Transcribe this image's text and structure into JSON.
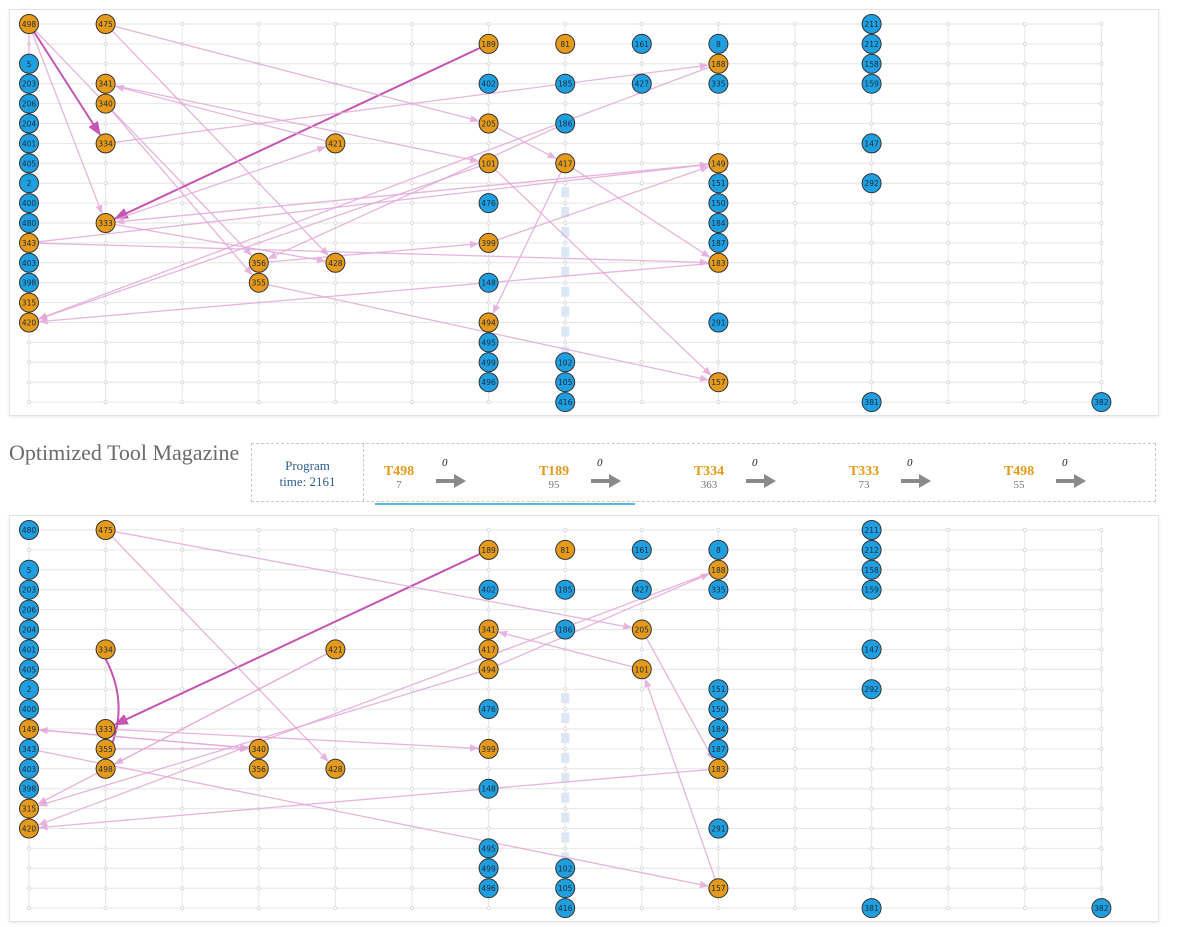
{
  "header": {
    "title": "Optimized Tool Magazine"
  },
  "program": {
    "label": "Program",
    "time_label": "time: 2161"
  },
  "sequence": [
    {
      "tool": "T498",
      "value": "7",
      "cost": "0"
    },
    {
      "tool": "T189",
      "value": "95",
      "cost": "0"
    },
    {
      "tool": "T334",
      "value": "363",
      "cost": "0"
    },
    {
      "tool": "T333",
      "value": "73",
      "cost": "0"
    },
    {
      "tool": "T498",
      "value": "55",
      "cost": "0"
    }
  ],
  "colors": {
    "active": "#e69a1a",
    "idle": "#1f9fe0",
    "edge": "#e3a8da",
    "edge_strong": "#c44db0",
    "grid": "#e6e6e6"
  },
  "magazines": {
    "top": {
      "nodes": [
        {
          "c": 0,
          "r": 0,
          "id": "498",
          "t": "o"
        },
        {
          "c": 0,
          "r": 2,
          "id": "5",
          "t": "b"
        },
        {
          "c": 0,
          "r": 3,
          "id": "203",
          "t": "b"
        },
        {
          "c": 0,
          "r": 4,
          "id": "206",
          "t": "b"
        },
        {
          "c": 0,
          "r": 5,
          "id": "204",
          "t": "b"
        },
        {
          "c": 0,
          "r": 6,
          "id": "401",
          "t": "b"
        },
        {
          "c": 0,
          "r": 7,
          "id": "405",
          "t": "b"
        },
        {
          "c": 0,
          "r": 8,
          "id": "2",
          "t": "b"
        },
        {
          "c": 0,
          "r": 9,
          "id": "400",
          "t": "b"
        },
        {
          "c": 0,
          "r": 10,
          "id": "480",
          "t": "b"
        },
        {
          "c": 0,
          "r": 11,
          "id": "343",
          "t": "o"
        },
        {
          "c": 0,
          "r": 12,
          "id": "403",
          "t": "b"
        },
        {
          "c": 0,
          "r": 13,
          "id": "398",
          "t": "b"
        },
        {
          "c": 0,
          "r": 14,
          "id": "315",
          "t": "o"
        },
        {
          "c": 0,
          "r": 15,
          "id": "420",
          "t": "o"
        },
        {
          "c": 1,
          "r": 0,
          "id": "475",
          "t": "o"
        },
        {
          "c": 1,
          "r": 3,
          "id": "341",
          "t": "o"
        },
        {
          "c": 1,
          "r": 4,
          "id": "340",
          "t": "o"
        },
        {
          "c": 1,
          "r": 6,
          "id": "334",
          "t": "o"
        },
        {
          "c": 1,
          "r": 10,
          "id": "333",
          "t": "o"
        },
        {
          "c": 3,
          "r": 12,
          "id": "356",
          "t": "o"
        },
        {
          "c": 3,
          "r": 13,
          "id": "355",
          "t": "o"
        },
        {
          "c": 4,
          "r": 6,
          "id": "421",
          "t": "o"
        },
        {
          "c": 4,
          "r": 12,
          "id": "428",
          "t": "o"
        },
        {
          "c": 6,
          "r": 1,
          "id": "189",
          "t": "o"
        },
        {
          "c": 6,
          "r": 3,
          "id": "402",
          "t": "b"
        },
        {
          "c": 6,
          "r": 5,
          "id": "205",
          "t": "o"
        },
        {
          "c": 6,
          "r": 7,
          "id": "101",
          "t": "o"
        },
        {
          "c": 6,
          "r": 9,
          "id": "476",
          "t": "b"
        },
        {
          "c": 6,
          "r": 11,
          "id": "399",
          "t": "o"
        },
        {
          "c": 6,
          "r": 13,
          "id": "148",
          "t": "b"
        },
        {
          "c": 6,
          "r": 15,
          "id": "494",
          "t": "o"
        },
        {
          "c": 6,
          "r": 16,
          "id": "495",
          "t": "b"
        },
        {
          "c": 6,
          "r": 17,
          "id": "499",
          "t": "b"
        },
        {
          "c": 6,
          "r": 18,
          "id": "496",
          "t": "b"
        },
        {
          "c": 7,
          "r": 1,
          "id": "81",
          "t": "o"
        },
        {
          "c": 7,
          "r": 3,
          "id": "185",
          "t": "b"
        },
        {
          "c": 7,
          "r": 5,
          "id": "186",
          "t": "b"
        },
        {
          "c": 7,
          "r": 7,
          "id": "417",
          "t": "o"
        },
        {
          "c": 7,
          "r": 17,
          "id": "102",
          "t": "b"
        },
        {
          "c": 7,
          "r": 18,
          "id": "105",
          "t": "b"
        },
        {
          "c": 7,
          "r": 19,
          "id": "416",
          "t": "b"
        },
        {
          "c": 8,
          "r": 1,
          "id": "161",
          "t": "b"
        },
        {
          "c": 8,
          "r": 3,
          "id": "427",
          "t": "b"
        },
        {
          "c": 9,
          "r": 1,
          "id": "8",
          "t": "b"
        },
        {
          "c": 9,
          "r": 2,
          "id": "188",
          "t": "o"
        },
        {
          "c": 9,
          "r": 3,
          "id": "335",
          "t": "b"
        },
        {
          "c": 9,
          "r": 7,
          "id": "149",
          "t": "o"
        },
        {
          "c": 9,
          "r": 8,
          "id": "151",
          "t": "b"
        },
        {
          "c": 9,
          "r": 9,
          "id": "150",
          "t": "b"
        },
        {
          "c": 9,
          "r": 10,
          "id": "184",
          "t": "b"
        },
        {
          "c": 9,
          "r": 11,
          "id": "187",
          "t": "b"
        },
        {
          "c": 9,
          "r": 12,
          "id": "183",
          "t": "o"
        },
        {
          "c": 9,
          "r": 15,
          "id": "291",
          "t": "b"
        },
        {
          "c": 9,
          "r": 18,
          "id": "157",
          "t": "o"
        },
        {
          "c": 11,
          "r": 0,
          "id": "211",
          "t": "b"
        },
        {
          "c": 11,
          "r": 1,
          "id": "212",
          "t": "b"
        },
        {
          "c": 11,
          "r": 2,
          "id": "158",
          "t": "b"
        },
        {
          "c": 11,
          "r": 3,
          "id": "159",
          "t": "b"
        },
        {
          "c": 11,
          "r": 6,
          "id": "147",
          "t": "b"
        },
        {
          "c": 11,
          "r": 8,
          "id": "292",
          "t": "b"
        },
        {
          "c": 11,
          "r": 19,
          "id": "381",
          "t": "b"
        },
        {
          "c": 14,
          "r": 19,
          "id": "382",
          "t": "b"
        }
      ],
      "edges": [
        [
          "498",
          "334",
          1
        ],
        [
          "498",
          "333",
          0
        ],
        [
          "498",
          "356",
          0
        ],
        [
          "498",
          "343",
          0
        ],
        [
          "189",
          "333",
          1
        ],
        [
          "475",
          "428",
          0
        ],
        [
          "475",
          "205",
          0
        ],
        [
          "341",
          "101",
          0
        ],
        [
          "340",
          "355",
          0
        ],
        [
          "421",
          "341",
          0
        ],
        [
          "333",
          "421",
          0
        ],
        [
          "333",
          "428",
          0
        ],
        [
          "343",
          "183",
          0
        ],
        [
          "343",
          "149",
          0
        ],
        [
          "356",
          "399",
          0
        ],
        [
          "355",
          "157",
          0
        ],
        [
          "101",
          "420",
          0
        ],
        [
          "101",
          "157",
          0
        ],
        [
          "205",
          "417",
          0
        ],
        [
          "417",
          "494",
          0
        ],
        [
          "417",
          "183",
          0
        ],
        [
          "188",
          "420",
          0
        ],
        [
          "186",
          "356",
          0
        ],
        [
          "149",
          "333",
          0
        ],
        [
          "183",
          "420",
          0
        ],
        [
          "399",
          "149",
          0
        ],
        [
          "334",
          "188",
          0
        ]
      ]
    },
    "bottom": {
      "nodes": [
        {
          "c": 0,
          "r": 0,
          "id": "480",
          "t": "b"
        },
        {
          "c": 0,
          "r": 2,
          "id": "5",
          "t": "b"
        },
        {
          "c": 0,
          "r": 3,
          "id": "203",
          "t": "b"
        },
        {
          "c": 0,
          "r": 4,
          "id": "206",
          "t": "b"
        },
        {
          "c": 0,
          "r": 5,
          "id": "204",
          "t": "b"
        },
        {
          "c": 0,
          "r": 6,
          "id": "401",
          "t": "b"
        },
        {
          "c": 0,
          "r": 7,
          "id": "405",
          "t": "b"
        },
        {
          "c": 0,
          "r": 8,
          "id": "2",
          "t": "b"
        },
        {
          "c": 0,
          "r": 9,
          "id": "400",
          "t": "b"
        },
        {
          "c": 0,
          "r": 10,
          "id": "149",
          "t": "o"
        },
        {
          "c": 0,
          "r": 11,
          "id": "343",
          "t": "b"
        },
        {
          "c": 0,
          "r": 12,
          "id": "403",
          "t": "b"
        },
        {
          "c": 0,
          "r": 13,
          "id": "398",
          "t": "b"
        },
        {
          "c": 0,
          "r": 14,
          "id": "315",
          "t": "o"
        },
        {
          "c": 0,
          "r": 15,
          "id": "420",
          "t": "o"
        },
        {
          "c": 1,
          "r": 0,
          "id": "475",
          "t": "o"
        },
        {
          "c": 1,
          "r": 6,
          "id": "334",
          "t": "o"
        },
        {
          "c": 1,
          "r": 10,
          "id": "333",
          "t": "o"
        },
        {
          "c": 1,
          "r": 11,
          "id": "355",
          "t": "o"
        },
        {
          "c": 1,
          "r": 12,
          "id": "498",
          "t": "o"
        },
        {
          "c": 3,
          "r": 11,
          "id": "340",
          "t": "o"
        },
        {
          "c": 3,
          "r": 12,
          "id": "356",
          "t": "o"
        },
        {
          "c": 4,
          "r": 6,
          "id": "421",
          "t": "o"
        },
        {
          "c": 4,
          "r": 12,
          "id": "428",
          "t": "o"
        },
        {
          "c": 6,
          "r": 1,
          "id": "189",
          "t": "o"
        },
        {
          "c": 6,
          "r": 3,
          "id": "402",
          "t": "b"
        },
        {
          "c": 6,
          "r": 5,
          "id": "341",
          "t": "o"
        },
        {
          "c": 6,
          "r": 6,
          "id": "417",
          "t": "o"
        },
        {
          "c": 6,
          "r": 7,
          "id": "494",
          "t": "o"
        },
        {
          "c": 6,
          "r": 9,
          "id": "476",
          "t": "b"
        },
        {
          "c": 6,
          "r": 11,
          "id": "399",
          "t": "o"
        },
        {
          "c": 6,
          "r": 13,
          "id": "148",
          "t": "b"
        },
        {
          "c": 6,
          "r": 16,
          "id": "495",
          "t": "b"
        },
        {
          "c": 6,
          "r": 17,
          "id": "499",
          "t": "b"
        },
        {
          "c": 6,
          "r": 18,
          "id": "496",
          "t": "b"
        },
        {
          "c": 7,
          "r": 1,
          "id": "81",
          "t": "o"
        },
        {
          "c": 7,
          "r": 3,
          "id": "185",
          "t": "b"
        },
        {
          "c": 7,
          "r": 5,
          "id": "186",
          "t": "b"
        },
        {
          "c": 7,
          "r": 17,
          "id": "102",
          "t": "b"
        },
        {
          "c": 7,
          "r": 18,
          "id": "105",
          "t": "b"
        },
        {
          "c": 7,
          "r": 19,
          "id": "416",
          "t": "b"
        },
        {
          "c": 8,
          "r": 1,
          "id": "161",
          "t": "b"
        },
        {
          "c": 8,
          "r": 3,
          "id": "427",
          "t": "b"
        },
        {
          "c": 8,
          "r": 5,
          "id": "205",
          "t": "o"
        },
        {
          "c": 8,
          "r": 7,
          "id": "101",
          "t": "o"
        },
        {
          "c": 9,
          "r": 1,
          "id": "8",
          "t": "b"
        },
        {
          "c": 9,
          "r": 2,
          "id": "188",
          "t": "o"
        },
        {
          "c": 9,
          "r": 3,
          "id": "335",
          "t": "b"
        },
        {
          "c": 9,
          "r": 8,
          "id": "151",
          "t": "b"
        },
        {
          "c": 9,
          "r": 9,
          "id": "150",
          "t": "b"
        },
        {
          "c": 9,
          "r": 10,
          "id": "184",
          "t": "b"
        },
        {
          "c": 9,
          "r": 11,
          "id": "187",
          "t": "b"
        },
        {
          "c": 9,
          "r": 12,
          "id": "183",
          "t": "o"
        },
        {
          "c": 9,
          "r": 15,
          "id": "291",
          "t": "b"
        },
        {
          "c": 9,
          "r": 18,
          "id": "157",
          "t": "o"
        },
        {
          "c": 11,
          "r": 0,
          "id": "211",
          "t": "b"
        },
        {
          "c": 11,
          "r": 1,
          "id": "212",
          "t": "b"
        },
        {
          "c": 11,
          "r": 2,
          "id": "158",
          "t": "b"
        },
        {
          "c": 11,
          "r": 3,
          "id": "159",
          "t": "b"
        },
        {
          "c": 11,
          "r": 6,
          "id": "147",
          "t": "b"
        },
        {
          "c": 11,
          "r": 8,
          "id": "292",
          "t": "b"
        },
        {
          "c": 11,
          "r": 19,
          "id": "381",
          "t": "b"
        },
        {
          "c": 14,
          "r": 19,
          "id": "382",
          "t": "b"
        }
      ],
      "edges": [
        [
          "189",
          "333",
          1
        ],
        [
          "334",
          "498",
          2
        ],
        [
          "498",
          "333",
          0
        ],
        [
          "475",
          "205",
          0
        ],
        [
          "475",
          "428",
          0
        ],
        [
          "333",
          "399",
          0
        ],
        [
          "340",
          "356",
          0
        ],
        [
          "340",
          "149",
          0
        ],
        [
          "421",
          "498",
          0
        ],
        [
          "421",
          "315",
          0
        ],
        [
          "343",
          "157",
          0
        ],
        [
          "205",
          "183",
          0
        ],
        [
          "101",
          "341",
          0
        ],
        [
          "341",
          "417",
          0
        ],
        [
          "494",
          "188",
          0
        ],
        [
          "188",
          "420",
          0
        ],
        [
          "183",
          "420",
          0
        ],
        [
          "157",
          "101",
          0
        ],
        [
          "355",
          "340",
          0
        ],
        [
          "149",
          "340",
          0
        ],
        [
          "494",
          "315",
          0
        ]
      ]
    }
  }
}
